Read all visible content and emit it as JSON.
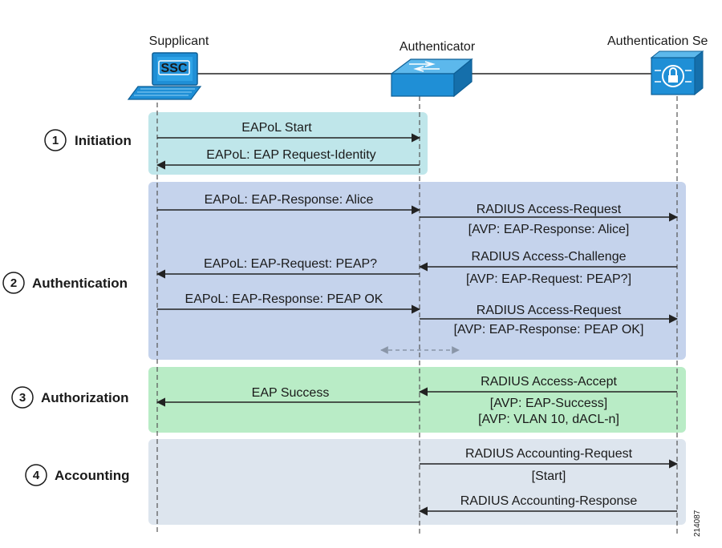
{
  "actors": {
    "supplicant": "Supplicant",
    "authenticator": "Authenticator",
    "server": "Authentication Se",
    "ssc_badge": "SSC"
  },
  "phases": [
    {
      "num": "1",
      "label": "Initiation",
      "color": "#bfe6ea"
    },
    {
      "num": "2",
      "label": "Authentication",
      "color": "#c5d3ec"
    },
    {
      "num": "3",
      "label": "Authorization",
      "color": "#b9ecc6"
    },
    {
      "num": "4",
      "label": "Accounting",
      "color": "#dde5ee"
    }
  ],
  "messages": {
    "m1": "EAPoL Start",
    "m2": "EAPoL: EAP Request-Identity",
    "m3": "EAPoL: EAP-Response: Alice",
    "m4a": "RADIUS Access-Request",
    "m4b": "[AVP: EAP-Response: Alice]",
    "m5a": "RADIUS Access-Challenge",
    "m5b": "[AVP: EAP-Request: PEAP?]",
    "m6": "EAPoL: EAP-Request: PEAP?",
    "m7": "EAPoL: EAP-Response: PEAP OK",
    "m8a": "RADIUS Access-Request",
    "m8b": "[AVP: EAP-Response: PEAP OK]",
    "m9a": "RADIUS Access-Accept",
    "m9b": "[AVP: EAP-Success]",
    "m9c": "[AVP: VLAN 10, dACL-n]",
    "m10": "EAP Success",
    "m11a": "RADIUS Accounting-Request",
    "m11b": "[Start]",
    "m12": "RADIUS Accounting-Response"
  },
  "figure_number": "214087",
  "colors": {
    "device_blue": "#1f8fd6",
    "arrow": "#222222",
    "lifeline": "#555555",
    "dashed_arrow": "#8a96a8"
  },
  "icons": {
    "supplicant": "laptop-icon",
    "authenticator": "switch-icon",
    "server": "auth-server-icon"
  }
}
